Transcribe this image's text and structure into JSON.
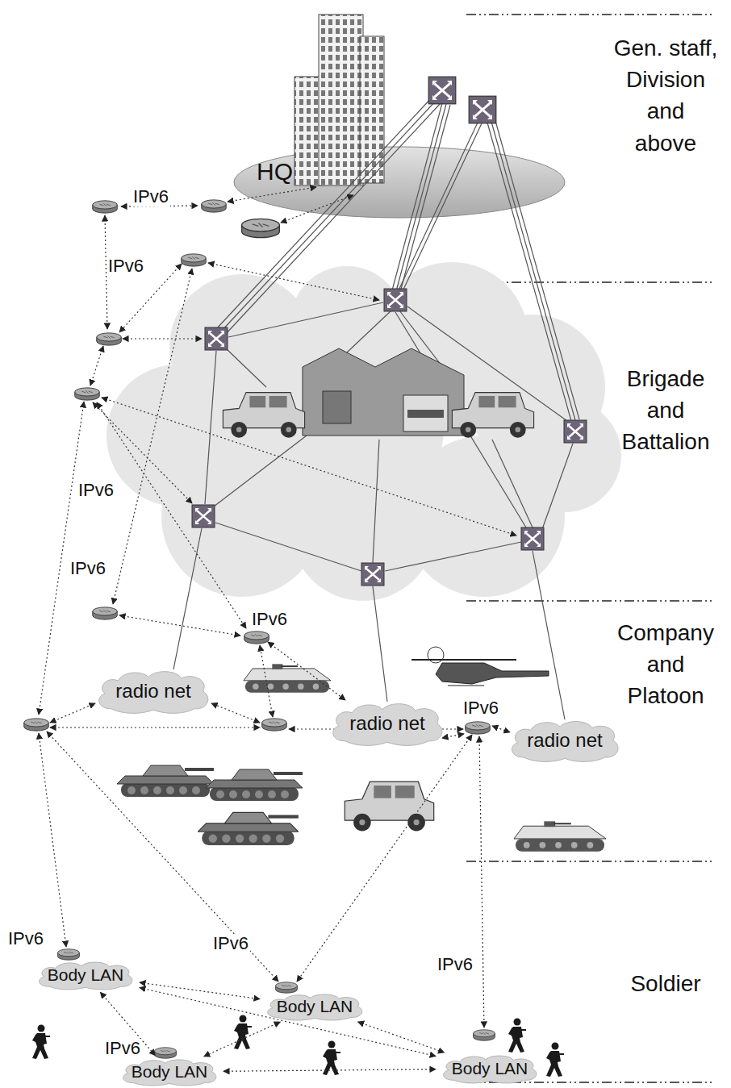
{
  "diagram": {
    "nodes": [
      {
        "text": [
          "HQ"
        ]
      },
      {
        "text": [
          "radio net"
        ]
      },
      {
        "text": [
          "radio net"
        ]
      },
      {
        "text": [
          "radio net"
        ]
      },
      {
        "text": [
          "Body LAN"
        ]
      },
      {
        "text": [
          "Body LAN"
        ]
      },
      {
        "text": [
          "Body LAN"
        ]
      },
      {
        "text": [
          "Body LAN"
        ]
      }
    ],
    "edges": [
      {
        "from": 4,
        "to": 5,
        "arrow": "both"
      },
      {
        "from": 4,
        "to": 6,
        "arrow": "both"
      },
      {
        "from": 4,
        "to": 7,
        "arrow": "both"
      },
      {
        "from": 5,
        "to": 6,
        "arrow": "both"
      },
      {
        "from": 5,
        "to": 7,
        "arrow": "both"
      },
      {
        "from": 6,
        "to": 7,
        "arrow": "both"
      }
    ],
    "labels": [
      "Gen. staff, Division and above",
      "Brigade and Battalion",
      "Company and Platoon",
      "Soldier",
      "IPv6",
      "IPv6",
      "IPv6",
      "IPv6",
      "IPv6",
      "IPv6",
      "IPv6",
      "IPv6",
      "IPv6",
      "IPv6"
    ]
  }
}
